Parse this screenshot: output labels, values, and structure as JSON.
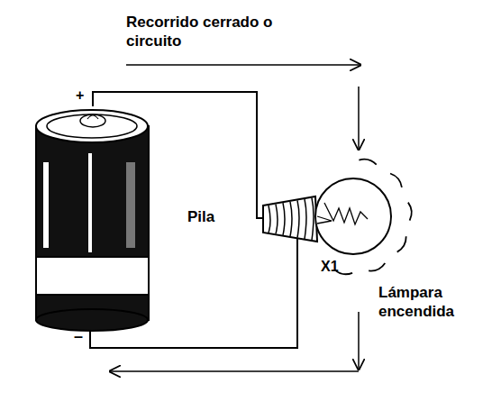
{
  "diagram": {
    "labels": [
      "Recorrido cerrado o circuito",
      "+",
      "Pila",
      "X1",
      "Lámpara encendida",
      "–"
    ]
  }
}
